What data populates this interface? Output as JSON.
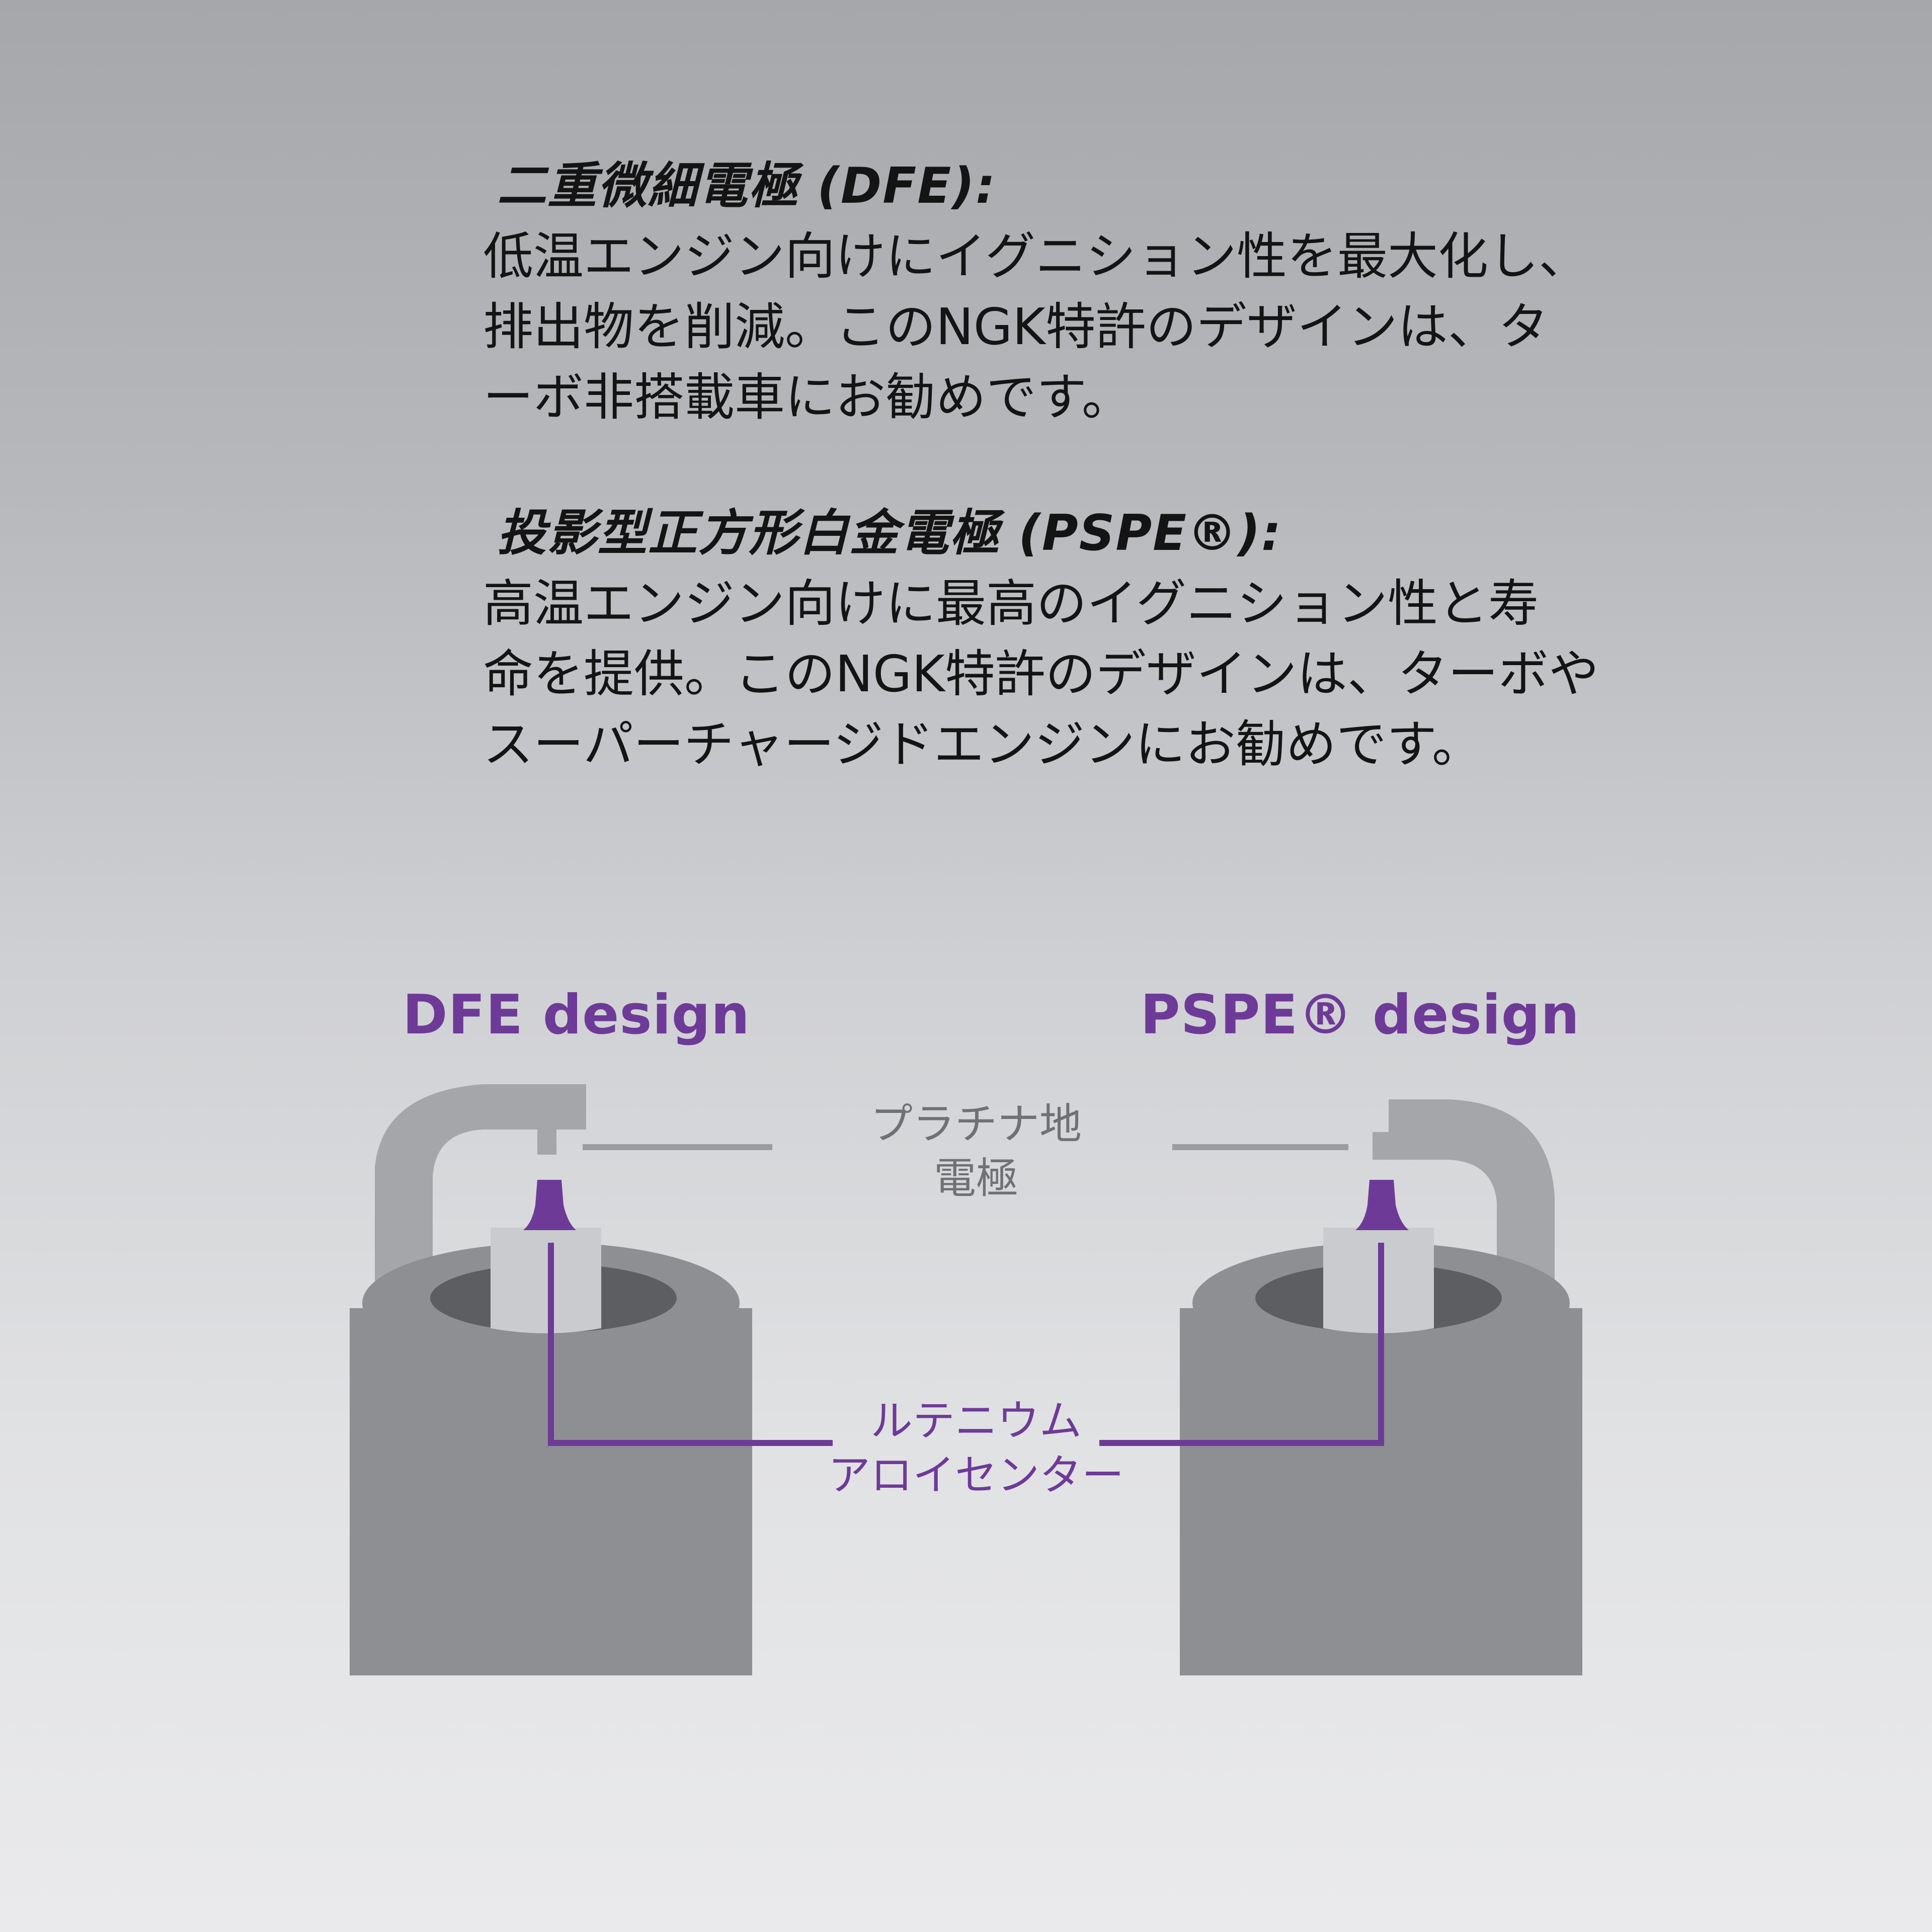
{
  "dfe_section": {
    "heading": "二重微細電極 (DFE):",
    "body_lines": [
      "低温エンジン向けにイグニション性を最大化し、",
      "排出物を削減。このNGK特許のデザインは、タ",
      "ーボ非搭載車にお勧めです。"
    ]
  },
  "pspe_section": {
    "heading": "投影型正方形白金電極 (PSPE®):",
    "body_lines": [
      "高温エンジン向けに最高のイグニション性と寿",
      "命を提供。このNGK特許のデザインは、ターボや",
      "スーパーチャージドエンジンにお勧めです。"
    ]
  },
  "diagram": {
    "dfe_title": "DFE design",
    "pspe_title": "PSPE® design",
    "platinum_label": [
      "プラチナ地",
      "電極"
    ],
    "ruthenium_label": [
      "ルテニウム",
      "アロイセンター"
    ],
    "colors": {
      "accent_purple": "#6e3a98",
      "plug_body": "#8d8f92",
      "plug_ground": "#a4a6a9",
      "plug_hole": "#5c5e61",
      "insulator": "#c9cbce",
      "leader_gray": "#9a9c9f"
    }
  }
}
